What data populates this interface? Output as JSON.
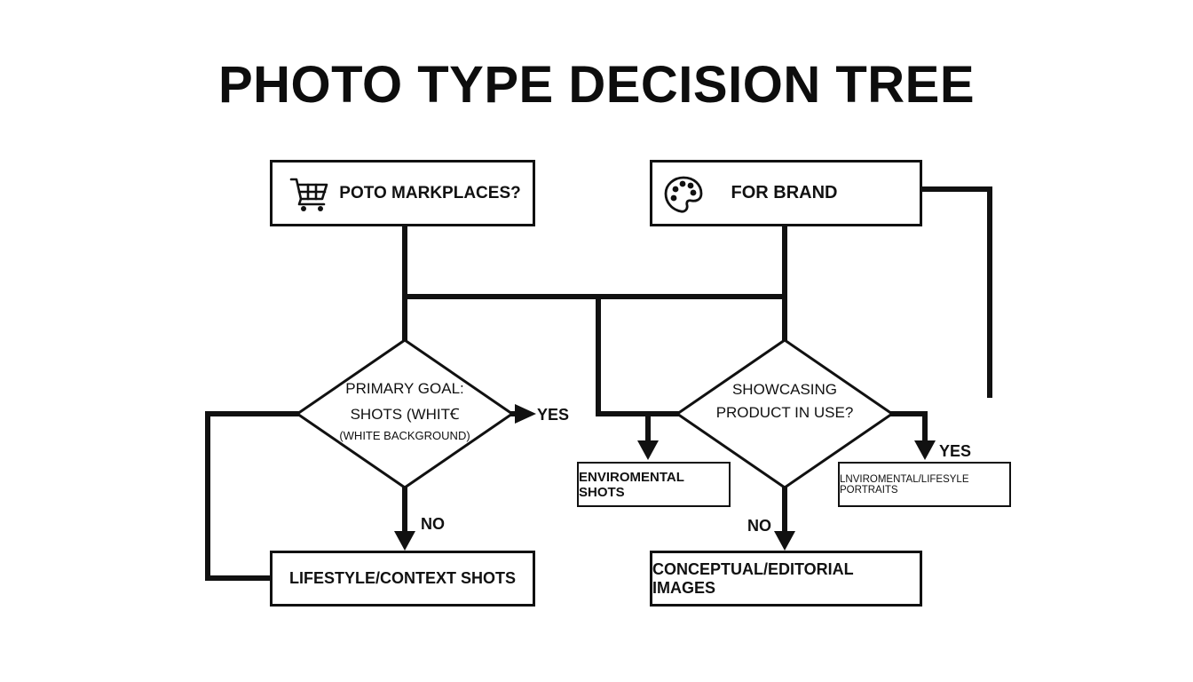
{
  "title": "PHOTO TYPE DECISION TREE",
  "nodes": {
    "marketplaces": "POTO MARKPLACES?",
    "brand": "FOR BRAND",
    "primary_goal": {
      "line1": "PRIMARY GOAL:",
      "line2": "SHOTS (WHITꞒ",
      "line3": "(WHITE BACKGROUND)"
    },
    "showcasing": {
      "line1": "SHOWCASING",
      "line2": "PRODUCT IN USE?"
    },
    "environmental_shots": "ENVIROMENTAL SHOTS",
    "environmental_portraits": "LNVIROMENTAL/LIFESYLE PORTRAITS",
    "lifestyle_context": "LIFESTYLE/CONTEXT SHOTS",
    "conceptual_editorial": "CONCEPTUAL/EDITORIAL IMAGES"
  },
  "edge_labels": {
    "yes_left": "YES",
    "no_left": "NO",
    "yes_right": "YES",
    "no_right": "NO"
  },
  "icons": {
    "marketplaces": "shopping-cart-icon",
    "brand": "palette-icon"
  }
}
